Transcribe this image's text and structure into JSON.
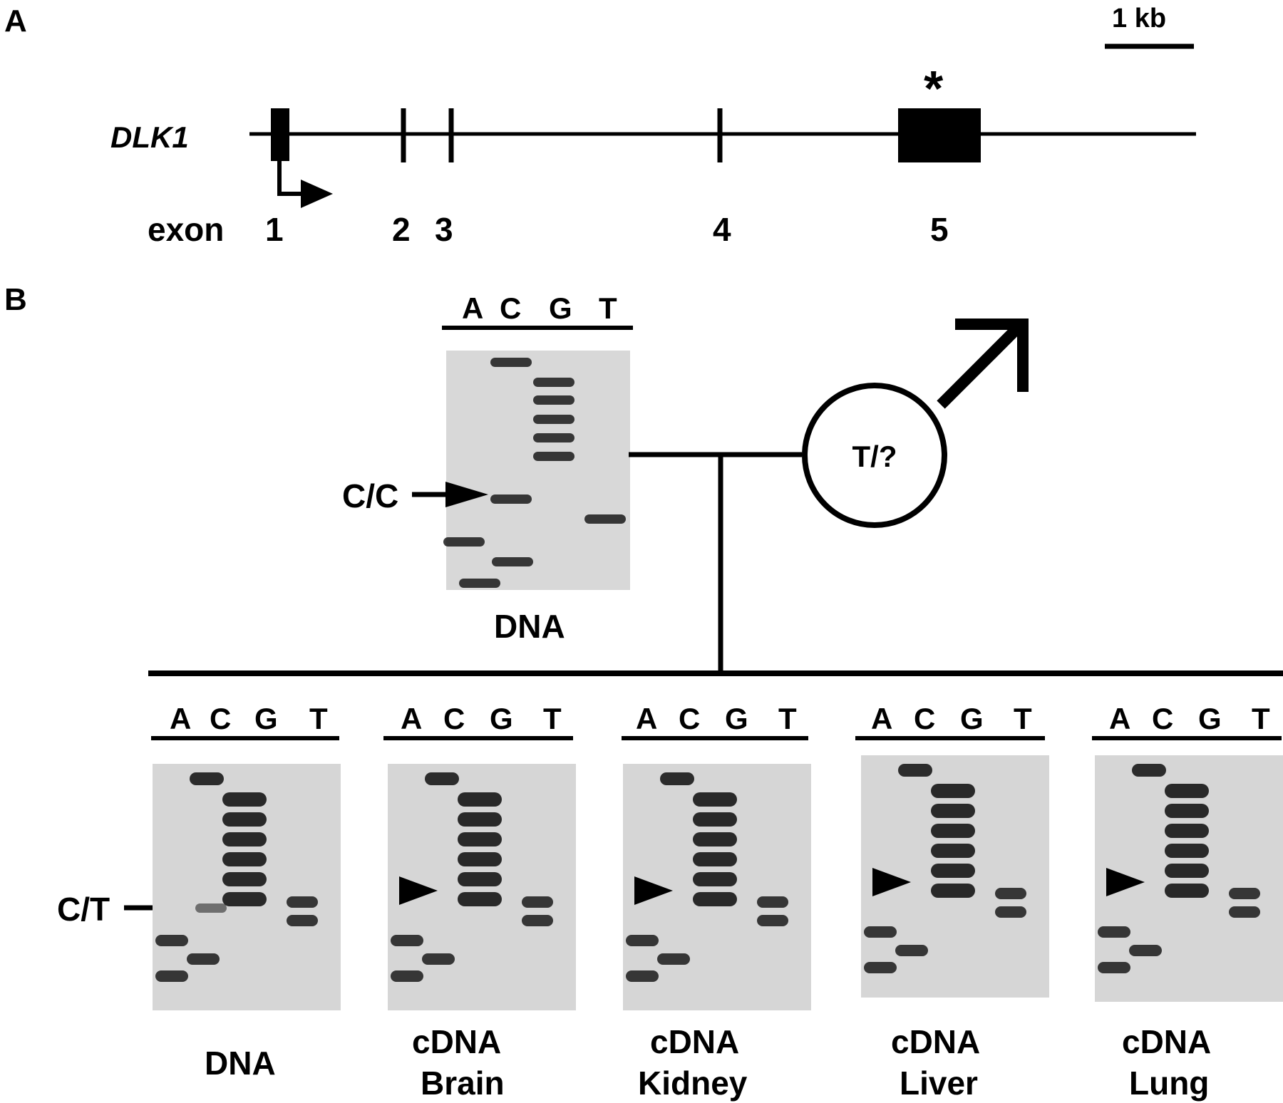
{
  "panel_a": {
    "letter": "A",
    "gene": "DLK1",
    "exon_prefix": "exon",
    "exons": [
      "1",
      "2",
      "3",
      "4",
      "5"
    ],
    "star": "*",
    "scale_label": "1 kb"
  },
  "panel_b": {
    "letter": "B",
    "parent": {
      "genotype_symbol": "T/?",
      "lanes": [
        "A",
        "C",
        "G",
        "T"
      ],
      "caption": "DNA",
      "arrow_label": "C/C"
    },
    "child": {
      "arrow_label": "C/T",
      "lanes": [
        "A",
        "C",
        "G",
        "T"
      ],
      "panels": [
        {
          "line1": "DNA",
          "line2": ""
        },
        {
          "line1": "cDNA",
          "line2": "Brain"
        },
        {
          "line1": "cDNA",
          "line2": "Kidney"
        },
        {
          "line1": "cDNA",
          "line2": "Liver"
        },
        {
          "line1": "cDNA",
          "line2": "Lung"
        }
      ]
    }
  },
  "colors": {
    "ink": "#000000",
    "gel_bg": "#d8d8d8",
    "band": "#1a1a1a"
  }
}
